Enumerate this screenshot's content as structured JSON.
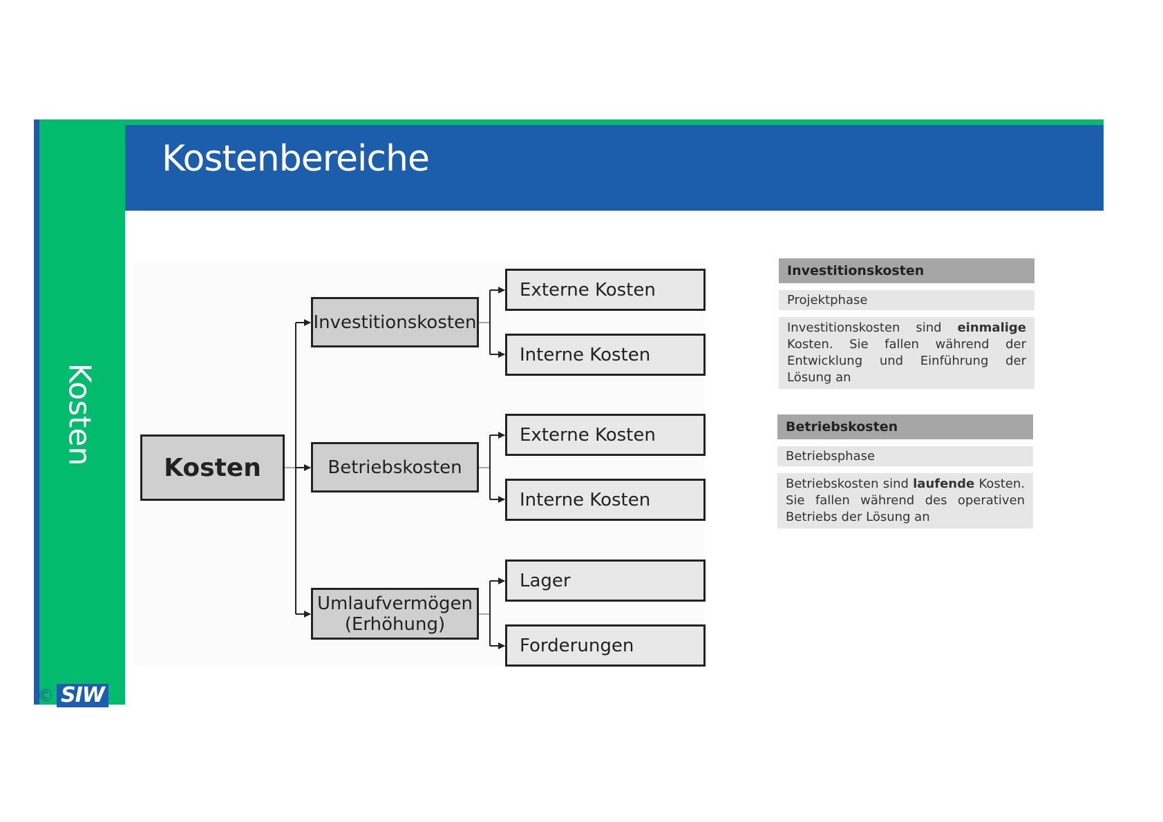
{
  "sidebar": {
    "label": "Kosten"
  },
  "header": {
    "title": "Kostenbereiche"
  },
  "logo": {
    "copyright": "©",
    "text": "SIW"
  },
  "diagram": {
    "root": "Kosten",
    "branches": [
      {
        "label": "Investitionskosten",
        "children": [
          "Externe Kosten",
          "Interne Kosten"
        ]
      },
      {
        "label": "Betriebskosten",
        "children": [
          "Externe Kosten",
          "Interne Kosten"
        ]
      },
      {
        "label": "Umlaufvermögen\n(Erhöhung)",
        "children": [
          "Lager",
          "Forderungen"
        ]
      }
    ]
  },
  "info_tables": [
    {
      "header": "Investitionskosten",
      "phase": "Projektphase",
      "desc_pre": "Investitionskosten sind ",
      "desc_bold": "einmalige",
      "desc_post": " Kosten. Sie fallen während der Entwicklung und Einführung der Lösung an"
    },
    {
      "header": "Betriebskosten",
      "phase": "Betriebsphase",
      "desc_pre": "Betriebskosten sind ",
      "desc_bold": "laufende",
      "desc_post": " Kosten. Sie fallen während des operativen Betriebs der Lösung an"
    }
  ],
  "colors": {
    "brand_blue": "#1c5eac",
    "brand_green": "#03bb6c"
  }
}
